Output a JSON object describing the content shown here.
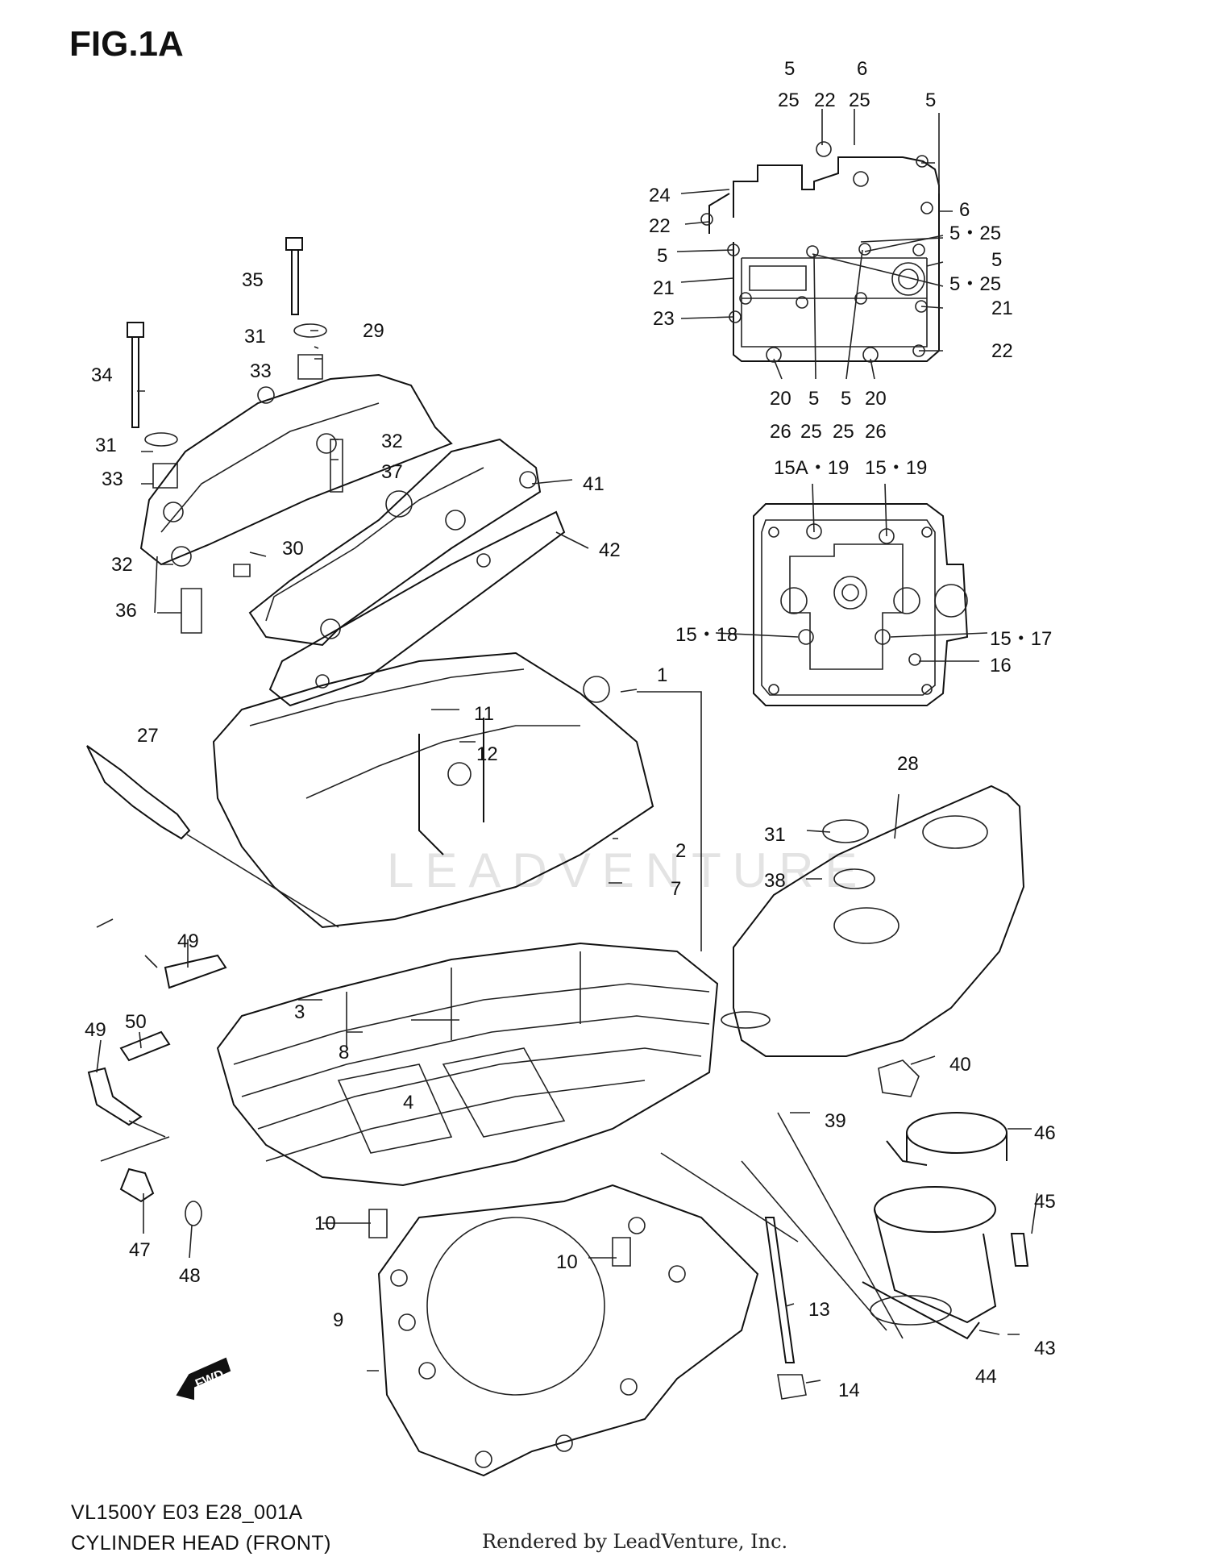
{
  "figure": {
    "title": "FIG.1A",
    "model_code": "VL1500Y E03 E28_001A",
    "section_name": "CYLINDER HEAD (FRONT)",
    "render_credit": "Rendered by LeadVenture, Inc.",
    "watermark": "LEADVENTURE"
  },
  "fwd_marker": "FWD",
  "callouts": {
    "c1": "1",
    "c2": "2",
    "c3": "3",
    "c4": "4",
    "c7": "7",
    "c8": "8",
    "c9": "9",
    "c10a": "10",
    "c10b": "10",
    "c11": "11",
    "c12": "12",
    "c13": "13",
    "c14": "14",
    "c15a19": "15A・19",
    "c1519": "15・19",
    "c1518": "15・18",
    "c1517": "15・17",
    "c16": "16",
    "c20a": "20",
    "c20b": "20",
    "c21a": "21",
    "c21b": "21",
    "c22a": "22",
    "c22b": "22",
    "c22c": "22",
    "c23": "23",
    "c24": "24",
    "c25a": "25",
    "c25b": "25",
    "c25c": "25",
    "c25d": "25",
    "c26a": "26",
    "c26b": "26",
    "c27": "27",
    "c28": "28",
    "c29": "29",
    "c30": "30",
    "c31a": "31",
    "c31b": "31",
    "c31c": "31",
    "c32a": "32",
    "c32b": "32",
    "c33a": "33",
    "c33b": "33",
    "c34": "34",
    "c35": "35",
    "c36": "36",
    "c37": "37",
    "c38": "38",
    "c39": "39",
    "c40": "40",
    "c41": "41",
    "c42": "42",
    "c43": "43",
    "c44": "44",
    "c45": "45",
    "c46": "46",
    "c47": "47",
    "c48": "48",
    "c49a": "49",
    "c49b": "49",
    "c50": "50",
    "c5a": "5",
    "c5b": "5",
    "c5c": "5",
    "c5d": "5",
    "c5e": "5",
    "c5f": "5",
    "c6a": "6",
    "c6b": "6",
    "c525a": "5・25",
    "c525b": "5・25"
  }
}
